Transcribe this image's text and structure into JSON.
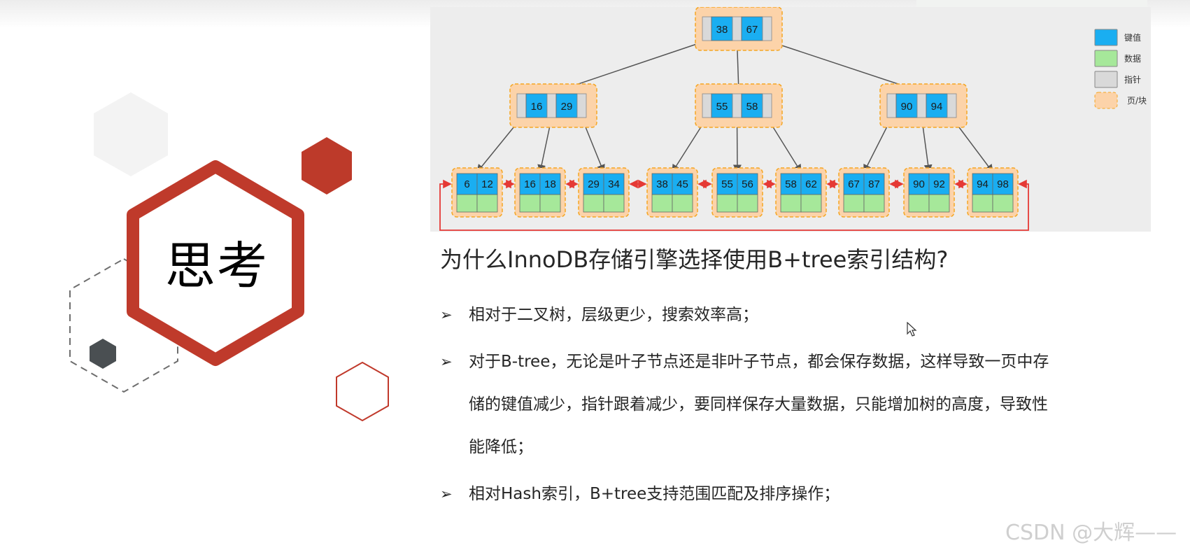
{
  "think_title": "思考",
  "legend": [
    {
      "label": "键值",
      "color": "#1aaef1"
    },
    {
      "label": "数据",
      "color": "#a6e89a"
    },
    {
      "label": "指针",
      "color": "#d9d9d9"
    },
    {
      "label": "页/块",
      "color": "#fcd3a9"
    }
  ],
  "tree": {
    "root": [
      "38",
      "67"
    ],
    "internal": [
      [
        "16",
        "29"
      ],
      [
        "55",
        "58"
      ],
      [
        "90",
        "94"
      ]
    ],
    "leaves": [
      [
        "6",
        "12"
      ],
      [
        "16",
        "18"
      ],
      [
        "29",
        "34"
      ],
      [
        "38",
        "45"
      ],
      [
        "55",
        "56"
      ],
      [
        "58",
        "62"
      ],
      [
        "67",
        "87"
      ],
      [
        "90",
        "92"
      ],
      [
        "94",
        "98"
      ]
    ]
  },
  "question": "为什么InnoDB存储引擎选择使用B+tree索引结构?",
  "bullets": [
    "相对于二叉树，层级更少，搜索效率高；",
    "对于B-tree，无论是叶子节点还是非叶子节点，都会保存数据，这样导致一页中存储的键值减少，指针跟着减少，要同样保存大量数据，只能增加树的高度，导致性能降低；",
    "相对Hash索引，B+tree支持范围匹配及排序操作；"
  ],
  "bullet_marker": "➢",
  "watermark": "CSDN @大辉——",
  "colors": {
    "accent_red": "#c0392b",
    "key": "#1aaef1",
    "data": "#a6e89a",
    "pointer": "#d9d9d9",
    "page": "#fcd3a9",
    "link": "#e53935"
  }
}
